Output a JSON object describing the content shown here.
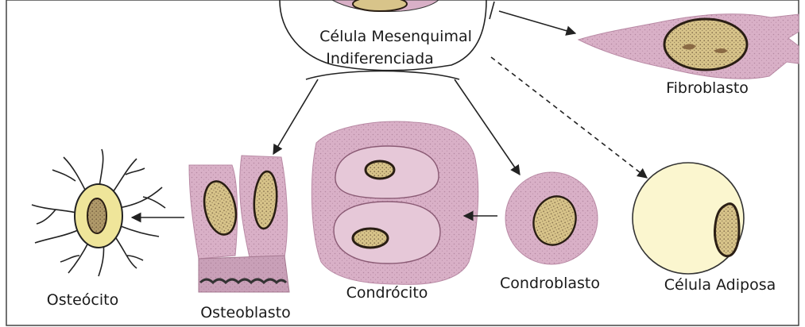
{
  "labels": {
    "mesenchymal_line1": "Célula Mesenquimal",
    "mesenchymal_line2": "Indiferenciada",
    "fibroblast": "Fibroblasto",
    "osteocyte": "Osteócito",
    "osteoblast": "Osteoblasto",
    "chondrocyte": "Condrócito",
    "chondroblast": "Condroblasto",
    "adipocyte": "Célula Adiposa"
  },
  "colors": {
    "cytoplasm": "#d9b0c7",
    "cytoplasm_dark": "#b98aa5",
    "nucleus": "#d8c48a",
    "nucleus_outline": "#2a1e14",
    "fat": "#fbf6cf",
    "osteocyte_body": "#efe59a",
    "border": "#333333"
  }
}
